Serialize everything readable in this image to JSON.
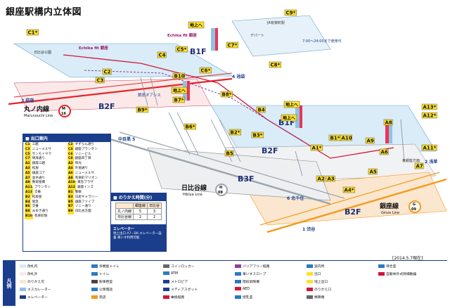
{
  "title": "銀座駅構内立体図",
  "updated": "[2014.5.7現在]",
  "floors": {
    "b1f_left": "B1F",
    "b1f_right": "B1F",
    "b2f_left": "B2F",
    "b2f_right": "B2F",
    "b2f_bottom": "B2F",
    "b3f": "B3F"
  },
  "lines": {
    "marunouchi": {
      "jp": "丸ノ内線",
      "en": "Marunouchi Line",
      "code": "M",
      "num": "16",
      "color": "#e3252a"
    },
    "hibiya": {
      "jp": "日比谷線",
      "en": "Hibiya Line",
      "code": "H",
      "num": "08",
      "color": "#9aa4ad"
    },
    "ginza": {
      "jp": "銀座線",
      "en": "Ginza Line",
      "code": "G",
      "num": "09",
      "color": "#f39a1e"
    }
  },
  "directions": {
    "ogikubo": "3 荻窪",
    "ikebukuro": "4 池袋",
    "nakameguro": "中目黒 5",
    "kitasenju": "6 北千住",
    "shibuya": "1 渋谷",
    "asakusa": "2 浅草"
  },
  "places": {
    "echika_b1": "Echika fit 銀座",
    "echika_top": "Echika fit 銀座",
    "oasis": "銀座オアシス",
    "hibiya_park": "日比谷公園",
    "tosho": "東銀座方面",
    "jr_yurakucho": "JR有楽町駅",
    "hours": "7:00〜24:00まで使用可",
    "depart": "デパート"
  },
  "exits": [
    "C1*",
    "C2",
    "C3",
    "C4",
    "C5*",
    "C6*",
    "C7*",
    "C8*",
    "C9*",
    "B1*",
    "B2*",
    "B3*",
    "B4",
    "B5",
    "B6*",
    "B7*",
    "B8*",
    "B9*",
    "B10",
    "A1*",
    "A2",
    "A3",
    "A4*",
    "A5",
    "A6",
    "A7",
    "A8",
    "A9",
    "A10",
    "A11*",
    "A12*",
    "A13*"
  ],
  "up_sign": "地上へ",
  "exit_panel": {
    "header": "■ 出口案内",
    "rows": [
      [
        "C1",
        "三越"
      ],
      [
        "C2",
        "すずらん通り"
      ],
      [
        "C3",
        "ニューメルサ"
      ],
      [
        "C4",
        "銀座プランタン"
      ],
      [
        "C5",
        "サンモトヤマ"
      ],
      [
        "C6",
        "ソニービル"
      ],
      [
        "C7",
        "晴海通り"
      ],
      [
        "C8",
        "銀座四丁目"
      ],
      [
        "A1",
        "銀座三越"
      ],
      [
        "A2",
        "和光"
      ],
      [
        "A3",
        "松屋"
      ],
      [
        "A4",
        "外堀通り"
      ],
      [
        "A5",
        "銀座コア"
      ],
      [
        "A6",
        "ニューメルサ"
      ],
      [
        "A7",
        "並木通り"
      ],
      [
        "A8",
        "有楽町マリオン"
      ],
      [
        "A9",
        "数寄屋橋"
      ],
      [
        "A10",
        "東急プラザ"
      ],
      [
        "A11",
        "プランタン"
      ],
      [
        "A12",
        "銀座インズ"
      ],
      [
        "A13",
        "交番"
      ],
      [
        "B1",
        "警察"
      ],
      [
        "B2",
        "松坂屋"
      ],
      [
        "B3",
        "日産ギャラリー"
      ],
      [
        "B4",
        "阪急"
      ],
      [
        "B5",
        "銀座ファイブ"
      ],
      [
        "B6",
        "交番"
      ],
      [
        "B7",
        "ソニー通り"
      ],
      [
        "B8",
        "みゆき通り"
      ],
      [
        "B9",
        "日比谷方面"
      ],
      [
        "B10",
        "有楽町駅"
      ]
    ]
  },
  "time_panel": {
    "header": "■ のりかえ時間(分)",
    "cols": [
      "",
      "銀座線",
      "日比谷"
    ],
    "rows": [
      [
        "丸ノ内線",
        "5",
        "3"
      ],
      [
        "日比谷線",
        "2",
        "2"
      ]
    ]
  },
  "note": {
    "title": "エレベーター",
    "body": "地上出口 A7・B6 エレベーター設置 車いす利用可能"
  },
  "legend": {
    "label": "凡例",
    "items": [
      "改札内",
      "改札外",
      "のりかえ可",
      "エスカレーター",
      "エレベーター",
      "多機能トイレ",
      "トイレ",
      "駅事務室",
      "公衆電話",
      "売店",
      "コインロッカー",
      "ATM",
      "メトロピア",
      "メディアスポット",
      "乗換経路",
      "バリアフリー経路",
      "車いすスロープ",
      "階段昇降機",
      "AED",
      "授乳室",
      "案内所",
      "出口",
      "地上出口",
      "のりかえ口",
      "精算機",
      "待合室",
      "自動体外式除細動器"
    ]
  },
  "colors": {
    "marunouchi": "#e3252a",
    "hibiya": "#9aa4ad",
    "ginza": "#f39a1e",
    "floor": "#1f2f7a",
    "exit": "#ffe12a",
    "concourse": "#d9ecf7",
    "blue": "#1b3e8c"
  }
}
